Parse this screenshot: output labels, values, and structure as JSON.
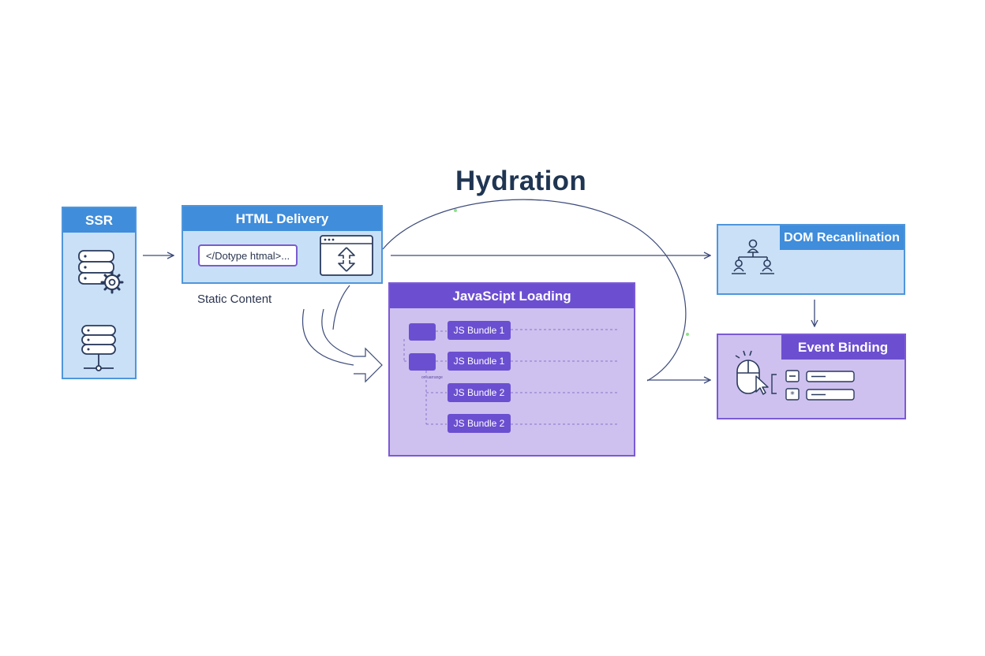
{
  "diagram": {
    "title": "Hydration",
    "ssr": {
      "label": "SSR",
      "icons": [
        "server-gear-icon",
        "database-network-icon"
      ]
    },
    "html_delivery": {
      "label": "HTML Delivery",
      "doctype_snippet": "</Dotype htmal>...",
      "icon": "browser-sync-icon",
      "caption": "Static Content"
    },
    "js_loading": {
      "label": "JavaScipt Loading",
      "bundles": [
        "JS Bundle 1",
        "JS Bundle 1",
        "JS Bundle 2",
        "JS Bundle 2"
      ],
      "tiny_note": "on.uarrange"
    },
    "dom": {
      "label": "DOM Recanlination",
      "icon": "component-tree-icon"
    },
    "events": {
      "label": "Event Binding",
      "icon": "mouse-click-icon"
    },
    "colors": {
      "blue_header": "#3f8ddb",
      "blue_fill": "#c9e0f7",
      "purple_header": "#6c4fd0",
      "purple_fill": "#cec1ef",
      "title": "#1f3552",
      "connector": "#3c4a7a"
    }
  }
}
